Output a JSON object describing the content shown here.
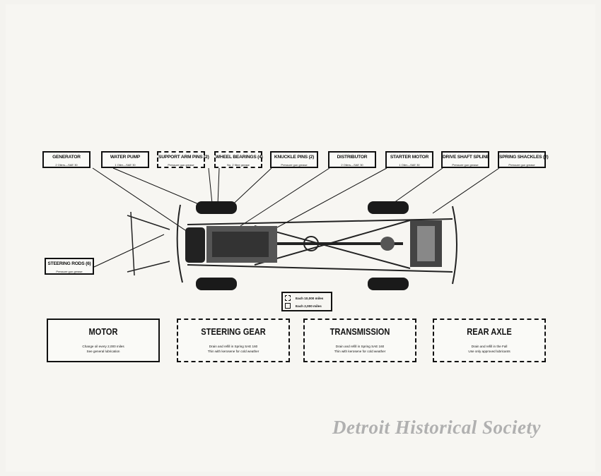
{
  "labels": [
    {
      "title": "GENERATOR",
      "sub": "2 Oilers—SAE 30",
      "dashed": false
    },
    {
      "title": "WATER PUMP",
      "sub": "1 Oiler—SAE 30",
      "dashed": false
    },
    {
      "title": "SUPPORT ARM PINS (2)",
      "sub": "Pressure gun grease",
      "dashed": true
    },
    {
      "title": "WHEEL BEARINGS (4)",
      "sub": "No. 2 fibre grease",
      "dashed": true
    },
    {
      "title": "KNUCKLE PINS (2)",
      "sub": "Pressure gun grease",
      "dashed": false
    },
    {
      "title": "DISTRIBUTOR",
      "sub": "2 Oilers—SAE 30",
      "dashed": false
    },
    {
      "title": "STARTER MOTOR",
      "sub": "1 Oiler—SAE 30",
      "dashed": false
    },
    {
      "title": "DRIVE SHAFT SPLINE",
      "sub": "Pressure gun grease",
      "dashed": false
    },
    {
      "title": "SPRING SHACKLES (2)",
      "sub": "Pressure gun grease",
      "dashed": false
    }
  ],
  "steering_rods": {
    "title": "STEERING RODS (6)",
    "sub": "Pressure gun grease"
  },
  "legend": {
    "dashed": "Each 10,000 miles",
    "solid": "Each 2,000 miles"
  },
  "boxes": [
    {
      "title": "MOTOR",
      "line1": "Change oil every 2,000 miles",
      "line2": "See general lubrication",
      "dashed": false
    },
    {
      "title": "STEERING GEAR",
      "line1": "Drain and refill in Spring SAE 160",
      "line2": "Thin with kerosene for cold weather",
      "dashed": true
    },
    {
      "title": "TRANSMISSION",
      "line1": "Drain and refill in Spring SAE 160",
      "line2": "Thin with kerosene for cold weather",
      "dashed": true
    },
    {
      "title": "REAR AXLE",
      "line1": "Drain and refill in the Fall",
      "line2": "Use only approved lubricants",
      "dashed": true
    }
  ],
  "watermark": "Detroit Historical Society"
}
